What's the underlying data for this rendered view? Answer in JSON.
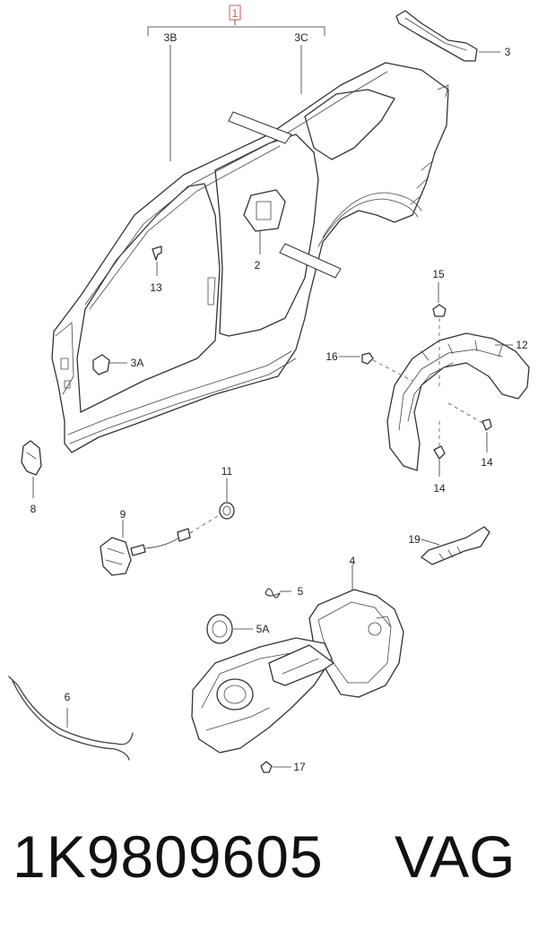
{
  "callouts": {
    "c1": "1",
    "c3B": "3B",
    "c3C": "3C",
    "c3": "3",
    "c2": "2",
    "c13": "13",
    "c3A": "3A",
    "c8": "8",
    "c15": "15",
    "c12": "12",
    "c16": "16",
    "c14a": "14",
    "c14b": "14",
    "c11": "11",
    "c9": "9",
    "c19": "19",
    "c4": "4",
    "c5": "5",
    "c5A": "5A",
    "c6": "6",
    "c17": "17"
  },
  "footer": {
    "part_number": "1K9809605",
    "brand": "VAG"
  },
  "colors": {
    "line": "#333333",
    "callout_box": "#d9534f",
    "background": "#ffffff"
  }
}
